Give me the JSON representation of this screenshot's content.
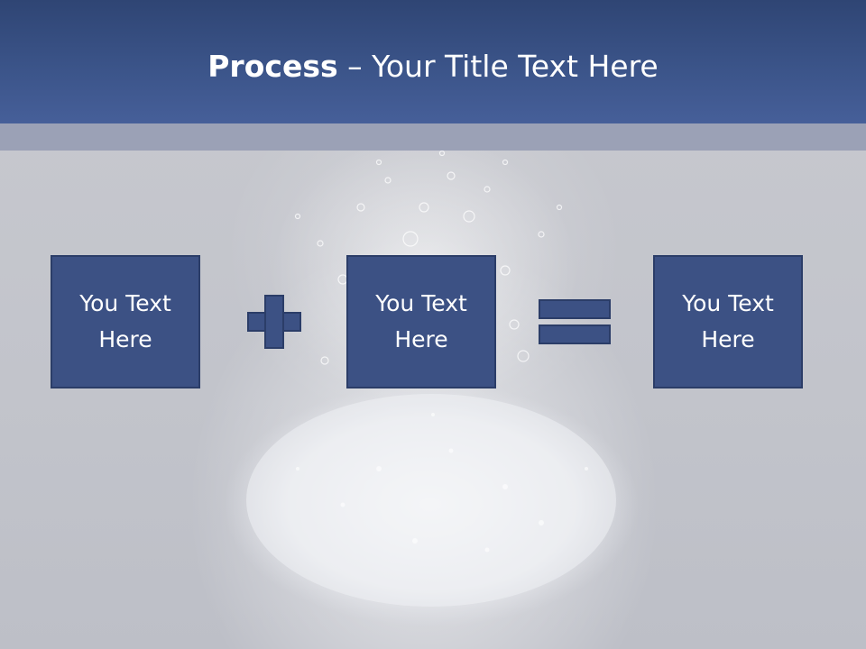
{
  "slide": {
    "title_bold": "Process",
    "title_rest": " – Your Title Text Here",
    "boxes": [
      {
        "line1": "You Text",
        "line2": "Here"
      },
      {
        "line1": "You Text",
        "line2": "Here"
      },
      {
        "line1": "You Text",
        "line2": "Here"
      }
    ],
    "operators": [
      "plus",
      "equals"
    ]
  },
  "colors": {
    "header": "#3b5489",
    "subbar": "#9ba1b6",
    "box_fill": "#3c5184",
    "box_border": "#2b3d68",
    "background": "#c6c8ce",
    "text": "#ffffff"
  }
}
